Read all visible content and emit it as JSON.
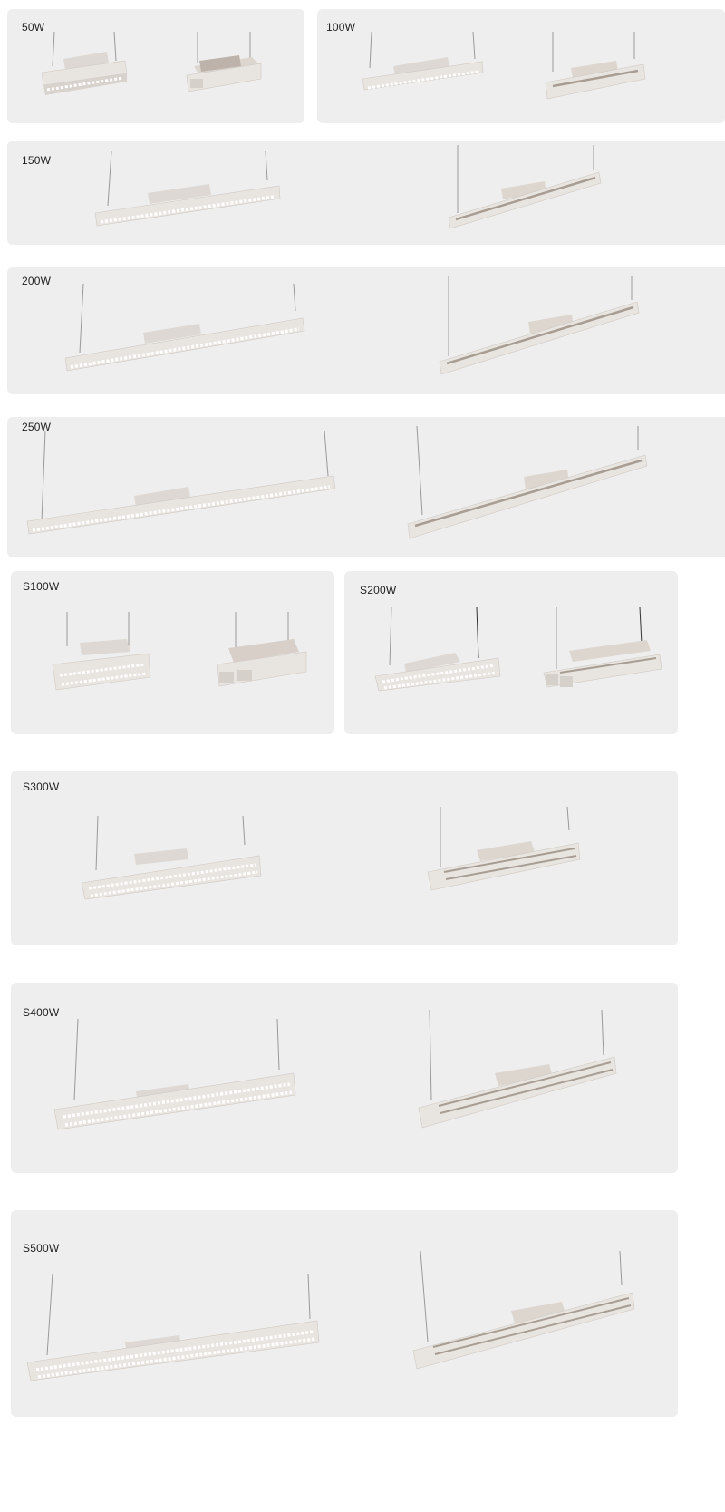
{
  "page": {
    "background": "#ffffff",
    "panel_color": "#eeeeee",
    "fixture_color": "#e6e2de",
    "label_color": "#222222"
  },
  "panels": [
    {
      "id": "50w",
      "label": "50W",
      "front_view": "led-face-view",
      "rear_view": "driver-box-view"
    },
    {
      "id": "100w",
      "label": "100W",
      "front_view": "led-face-view",
      "rear_view": "driver-box-view"
    },
    {
      "id": "150w",
      "label": "150W",
      "front_view": "led-face-view",
      "rear_view": "driver-box-view"
    },
    {
      "id": "200w",
      "label": "200W",
      "front_view": "led-face-view",
      "rear_view": "driver-box-view"
    },
    {
      "id": "250w",
      "label": "250W",
      "front_view": "led-face-view",
      "rear_view": "driver-box-view"
    },
    {
      "id": "s100w",
      "label": "S100W",
      "front_view": "led-face-view",
      "rear_view": "driver-box-view"
    },
    {
      "id": "s200w",
      "label": "S200W",
      "front_view": "led-face-view",
      "rear_view": "driver-box-view"
    },
    {
      "id": "s300w",
      "label": "S300W",
      "front_view": "led-face-view",
      "rear_view": "driver-box-view"
    },
    {
      "id": "s400w",
      "label": "S400W",
      "front_view": "led-face-view",
      "rear_view": "driver-box-view"
    },
    {
      "id": "s500w",
      "label": "S500W",
      "front_view": "led-face-view",
      "rear_view": "driver-box-view"
    }
  ]
}
